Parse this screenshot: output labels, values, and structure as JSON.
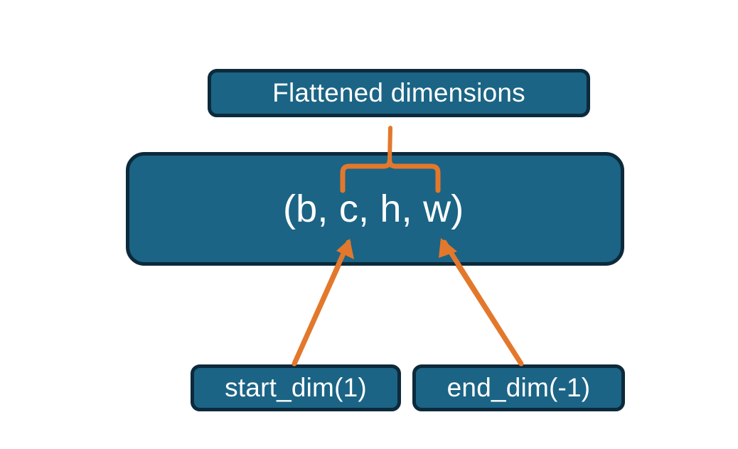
{
  "diagram": {
    "title_node": "Flattened dimensions",
    "shape_node": "(b, c, h, w)",
    "start_node": "start_dim(1)",
    "end_node": "end_dim(-1)",
    "colors": {
      "node_fill": "#1b6485",
      "node_border": "#0c2a3c",
      "node_text": "#ffffff",
      "connector": "#e3782c",
      "background": "#ffffff"
    },
    "connectors": {
      "brace_label": "curly-brace-over-c-h-w",
      "start_arrow_label": "arrow-start-dim-to-c",
      "end_arrow_label": "arrow-end-dim-to-w"
    }
  }
}
